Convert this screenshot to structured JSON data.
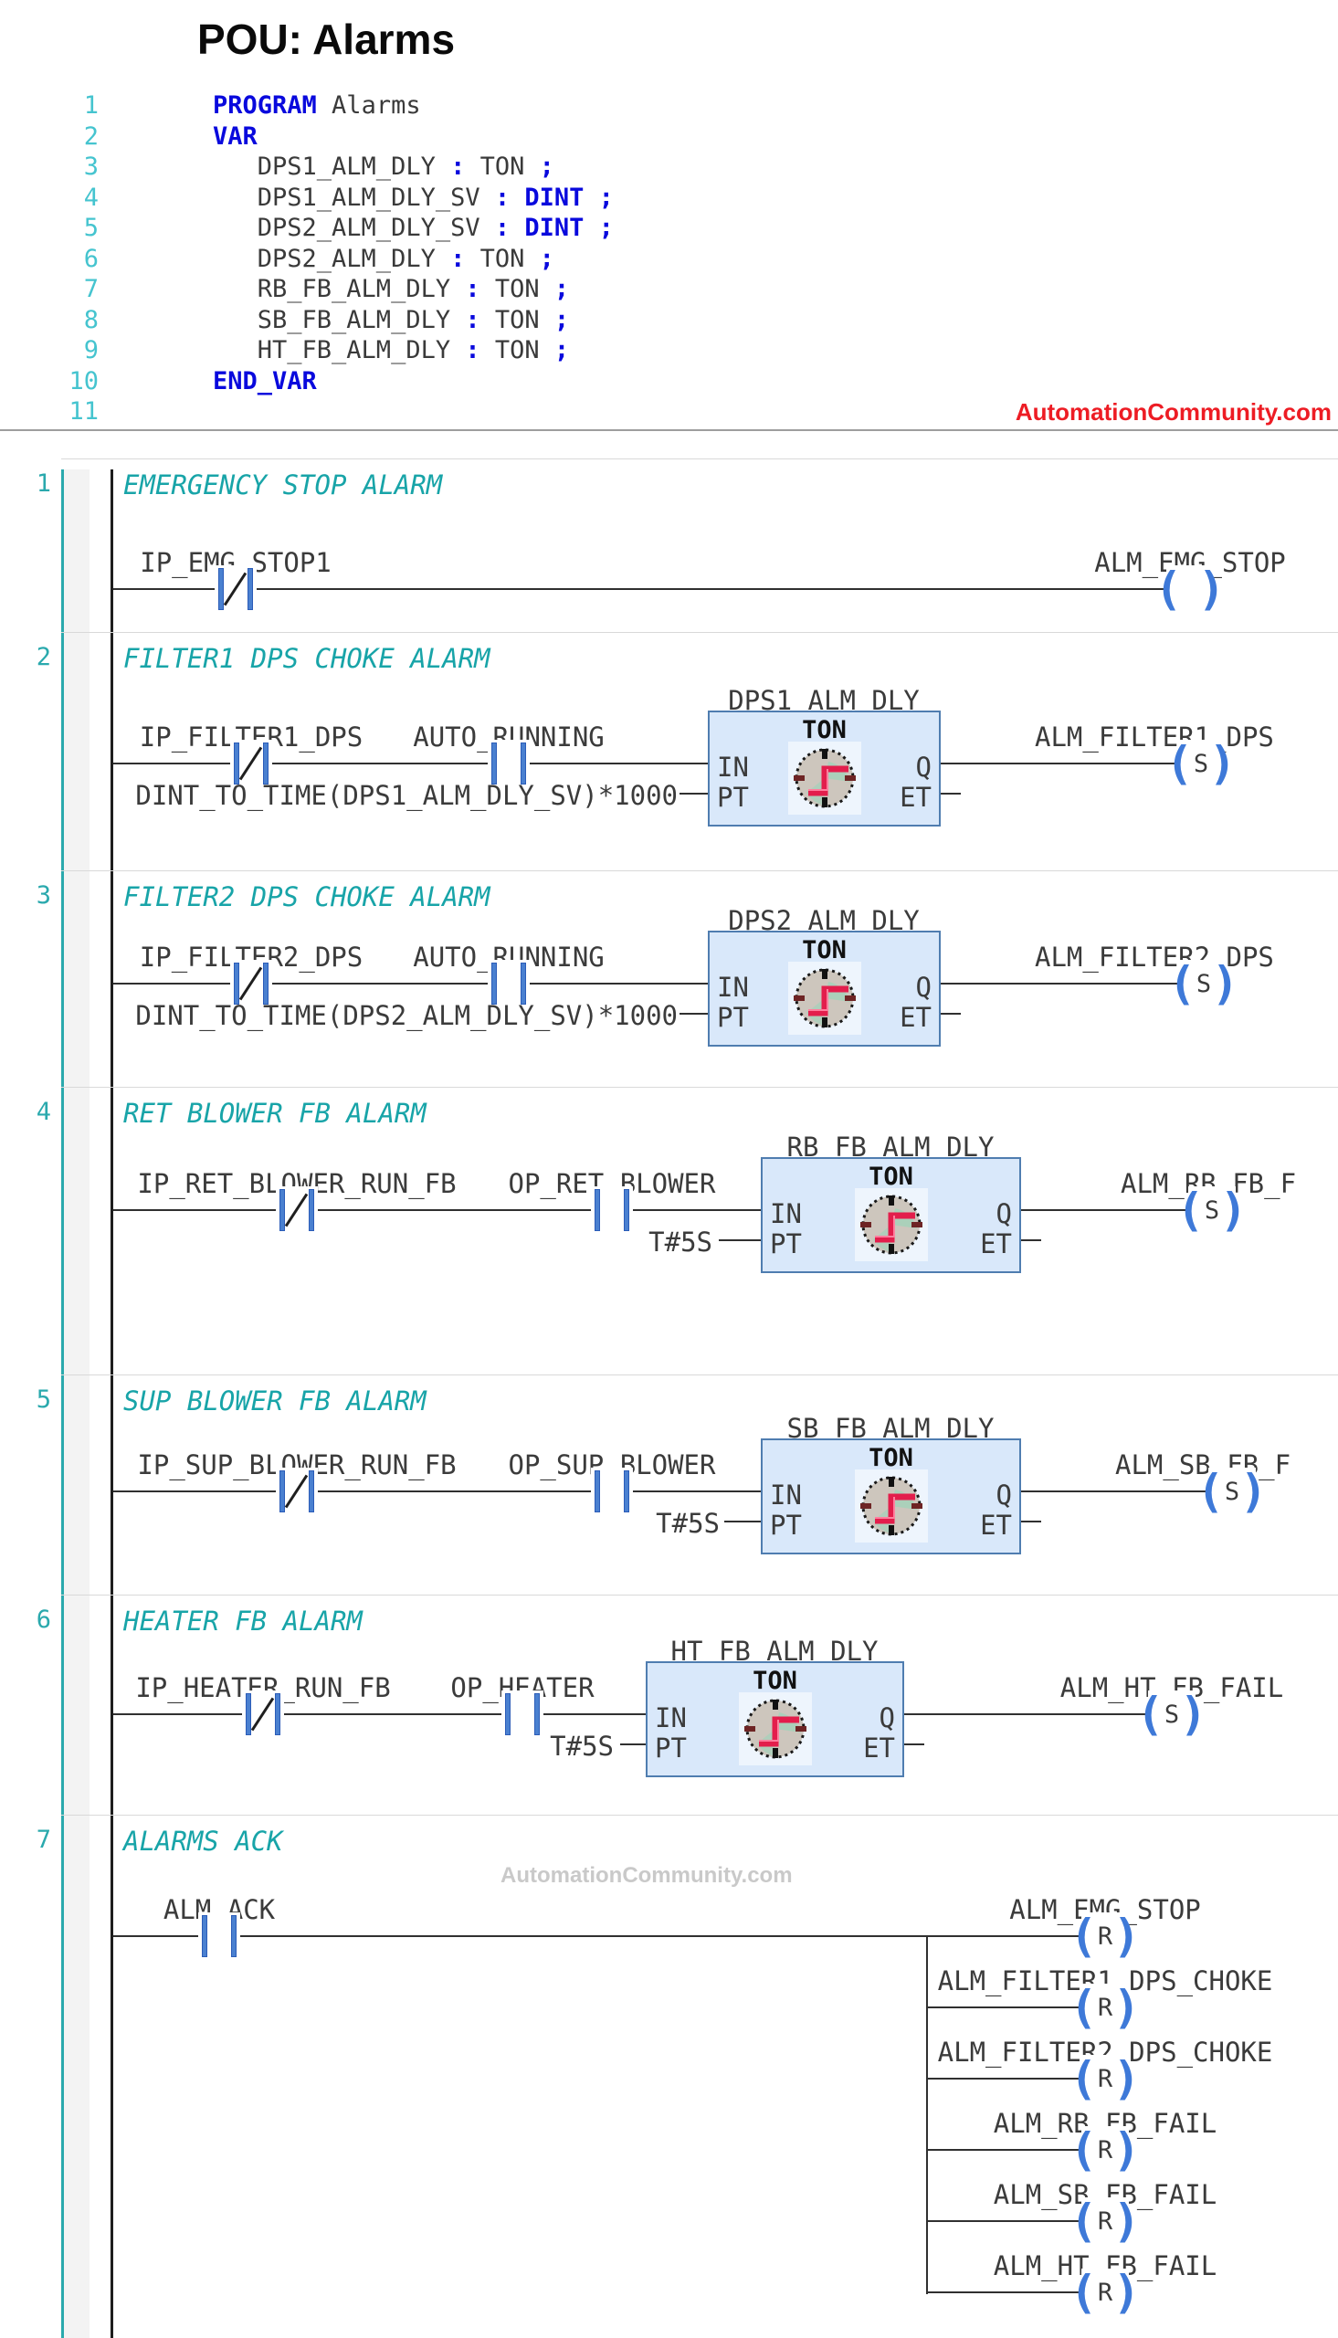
{
  "header": {
    "title": "POU: Alarms"
  },
  "watermarks": {
    "red": "AutomationCommunity.com",
    "gray": "AutomationCommunity.com"
  },
  "colors": {
    "accent_teal": "#2aa9ad",
    "keyword_blue": "#0909dd",
    "contact_blue": "#4a80d0",
    "block_fill": "#d9e8fa",
    "block_border": "#4f7db0",
    "watermark_red": "#ed1c24"
  },
  "ports": {
    "ton": "TON",
    "in": "IN",
    "pt": "PT",
    "q": "Q",
    "et": "ET"
  },
  "code": {
    "lines": [
      {
        "num": "1",
        "kw": "PROGRAM",
        "text": " Alarms"
      },
      {
        "num": "2",
        "kw": "VAR"
      },
      {
        "num": "3",
        "id": "   DPS1_ALM_DLY",
        "colon": " : ",
        "type": "TON",
        "semi": " ;"
      },
      {
        "num": "4",
        "id": "   DPS1_ALM_DLY_SV",
        "colon": " : ",
        "type": "DINT",
        "semi": " ;"
      },
      {
        "num": "5",
        "id": "   DPS2_ALM_DLY_SV",
        "colon": " : ",
        "type": "DINT",
        "semi": " ;"
      },
      {
        "num": "6",
        "id": "   DPS2_ALM_DLY",
        "colon": " : ",
        "type": "TON",
        "semi": " ;"
      },
      {
        "num": "7",
        "id": "   RB_FB_ALM_DLY",
        "colon": " : ",
        "type": "TON",
        "semi": " ;"
      },
      {
        "num": "8",
        "id": "   SB_FB_ALM_DLY",
        "colon": " : ",
        "type": "TON",
        "semi": " ;"
      },
      {
        "num": "9",
        "id": "   HT_FB_ALM_DLY",
        "colon": " : ",
        "type": "TON",
        "semi": " ;"
      },
      {
        "num": "10",
        "kw": "END_VAR"
      },
      {
        "num": "11"
      }
    ]
  },
  "rungs": [
    {
      "num": "1",
      "comment": "EMERGENCY STOP ALARM",
      "nc": "IP_EMG_STOP1",
      "coil": "ALM_EMG_STOP",
      "op": ""
    },
    {
      "num": "2",
      "comment": "FILTER1 DPS CHOKE ALARM",
      "nc": "IP_FILTER1_DPS",
      "no": "AUTO_RUNNING",
      "inst": "DPS1_ALM_DLY",
      "pt_expr": "DINT_TO_TIME(DPS1_ALM_DLY_SV)*1000",
      "coil": "ALM_FILTER1_DPS",
      "op": "S"
    },
    {
      "num": "3",
      "comment": "FILTER2 DPS CHOKE ALARM",
      "nc": "IP_FILTER2_DPS",
      "no": "AUTO_RUNNING",
      "inst": "DPS2_ALM_DLY",
      "pt_expr": "DINT_TO_TIME(DPS2_ALM_DLY_SV)*1000",
      "coil": "ALM_FILTER2_DPS",
      "op": "S"
    },
    {
      "num": "4",
      "comment": "RET BLOWER FB ALARM",
      "nc": "IP_RET_BLOWER_RUN_FB",
      "no": "OP_RET_BLOWER",
      "inst": "RB_FB_ALM_DLY",
      "pt_expr": "T#5S",
      "coil": "ALM_RB_FB_F",
      "op": "S"
    },
    {
      "num": "5",
      "comment": "SUP BLOWER FB ALARM",
      "nc": "IP_SUP_BLOWER_RUN_FB",
      "no": "OP_SUP_BLOWER",
      "inst": "SB_FB_ALM_DLY",
      "pt_expr": "T#5S",
      "coil": "ALM_SB_FB_F",
      "op": "S"
    },
    {
      "num": "6",
      "comment": "HEATER FB ALARM",
      "nc": "IP_HEATER_RUN_FB",
      "no": "OP_HEATER",
      "inst": "HT_FB_ALM_DLY",
      "pt_expr": "T#5S",
      "coil": "ALM_HT_FB_FAIL",
      "op": "S"
    },
    {
      "num": "7",
      "comment": "ALARMS ACK",
      "no": "ALM_ACK",
      "resets": [
        {
          "label": "ALM_EMG_STOP",
          "op": "R"
        },
        {
          "label": "ALM_FILTER1_DPS_CHOKE",
          "op": "R"
        },
        {
          "label": "ALM_FILTER2_DPS_CHOKE",
          "op": "R"
        },
        {
          "label": "ALM_RB_FB_FAIL",
          "op": "R"
        },
        {
          "label": "ALM_SB_FB_FAIL",
          "op": "R"
        },
        {
          "label": "ALM_HT_FB_FAIL",
          "op": "R"
        }
      ]
    }
  ]
}
